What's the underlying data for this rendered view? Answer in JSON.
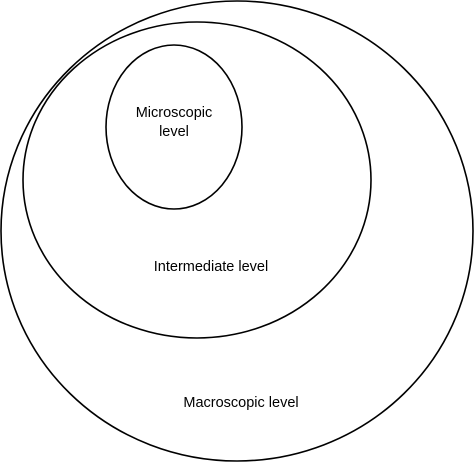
{
  "diagram": {
    "stroke_color": "#000000",
    "fill_color": "#ffffff",
    "levels": {
      "macroscopic": {
        "label": "Macroscopic level"
      },
      "intermediate": {
        "label": "Intermediate level"
      },
      "microscopic": {
        "label_line1": "Microscopic",
        "label_line2": "level"
      }
    }
  }
}
